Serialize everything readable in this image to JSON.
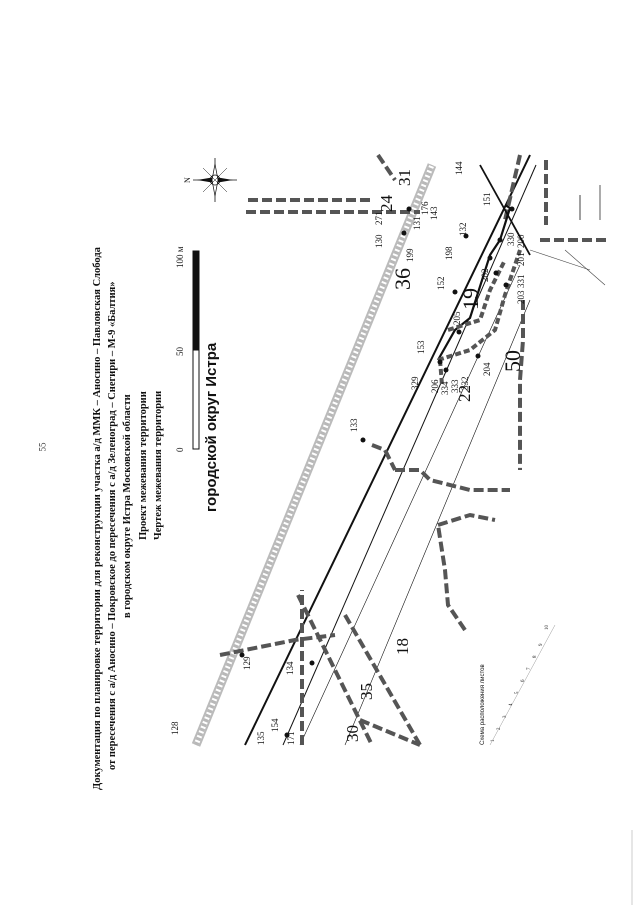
{
  "page": {
    "number": "55"
  },
  "title": {
    "lines": [
      "Документация по планировке территории для реконструкции участка а/д ММК – Аносино – Павловская Слобода",
      "от пересечения с а/д Аносино – Покровское до пересечения с а/д Зеленоград – Снегири – М-9 «Балтия»",
      "в городском округе Истра Московской области",
      "Проект межевания территории",
      "Чертеж межевания территории"
    ]
  },
  "district": {
    "label": "городской округ Истра"
  },
  "scale_bar": {
    "labels": [
      "0",
      "50",
      "100 м"
    ]
  },
  "north_arrow": {
    "label": "N"
  },
  "sheet_scheme": {
    "title": "Схема расположения листов",
    "sheets": [
      "1",
      "2",
      "3",
      "4",
      "5",
      "6",
      "7",
      "8",
      "9",
      "10"
    ]
  },
  "quarters": [
    "30",
    "35",
    "18",
    "22",
    "50",
    "19",
    "36",
    "24",
    "31"
  ],
  "point_labels": [
    "128",
    "135",
    "154",
    "171",
    "129",
    "134",
    "133",
    "329",
    "153",
    "206",
    "334",
    "333",
    "332",
    "204",
    "205",
    "152",
    "198",
    "199",
    "130",
    "271",
    "131",
    "176",
    "143",
    "132",
    "144",
    "151",
    "330",
    "200",
    "201",
    "331",
    "203",
    "202"
  ],
  "colors": {
    "line": "#111111",
    "border_dashed": "#555555",
    "road_gray": "#9a9a9a",
    "thin_line": "#444444"
  }
}
